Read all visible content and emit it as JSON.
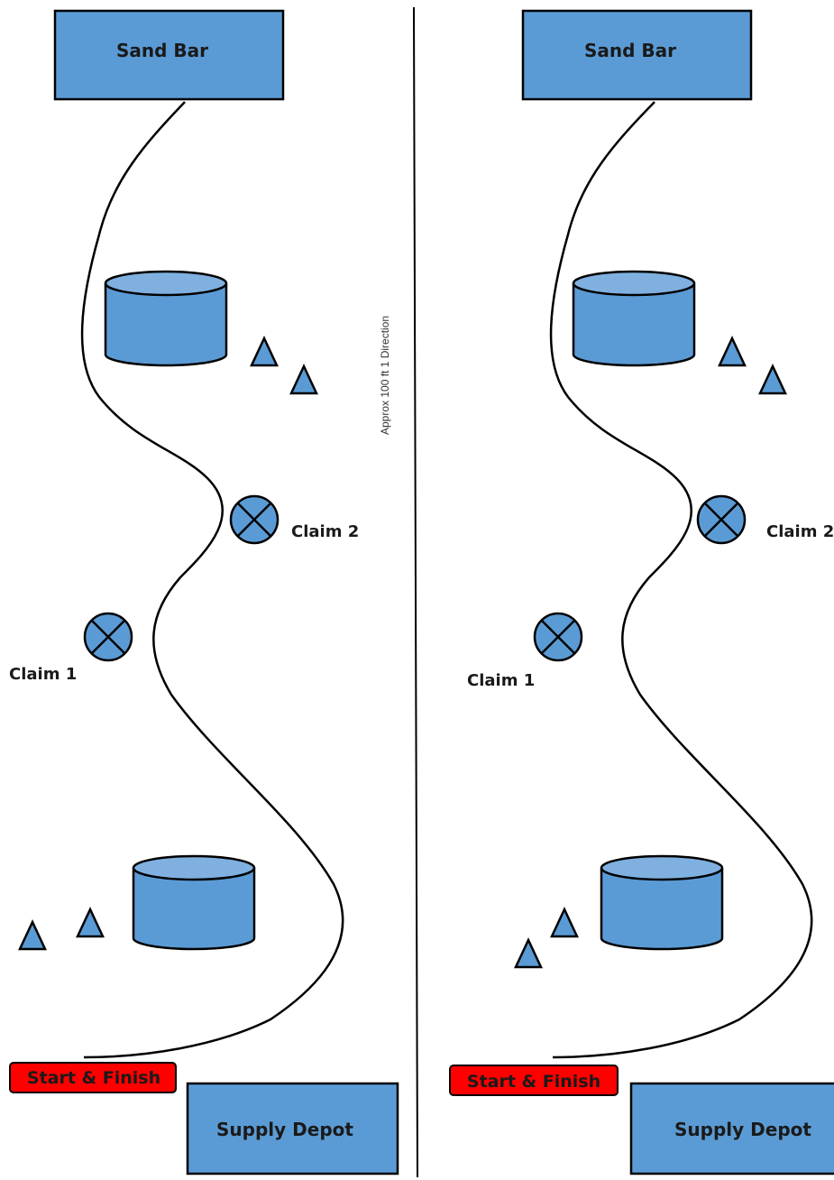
{
  "labels": {
    "sand_bar": "Sand Bar",
    "supply_depot": "Supply Depot",
    "start_finish": "Start & Finish",
    "claim_1": "Claim 1",
    "claim_2": "Claim 2",
    "direction_note": "Approx 100 ft 1 Direction"
  },
  "colors": {
    "shape_fill": "#5b9bd5",
    "shape_top": "#7fb0e0",
    "start_finish_fill": "#ff0000",
    "outline": "#000000"
  },
  "icons": [
    "sand-bar-box",
    "barrel-cylinder",
    "cone-triangle",
    "claim-marker-x-circle",
    "start-finish-bar",
    "supply-depot-box"
  ]
}
